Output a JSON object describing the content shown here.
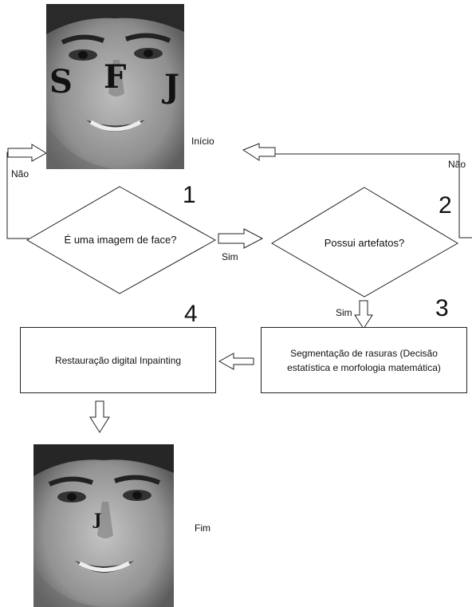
{
  "diagram": {
    "start_label": "Início",
    "end_label": "Fim",
    "no_label_left": "Não",
    "no_label_right": "Não",
    "yes_label_1": "Sim",
    "yes_label_2": "Sim",
    "step1": {
      "number": "1",
      "text": "É uma imagem de face?"
    },
    "step2": {
      "number": "2",
      "text": "Possui artefatos?"
    },
    "step3": {
      "number": "3",
      "line1": "Segmentação de rasuras (Decisão",
      "line2": "estatística e morfologia matemática)"
    },
    "step4": {
      "number": "4",
      "text": "Restauração digital Inpainting"
    },
    "input_image": {
      "letters": [
        "S",
        "F",
        "J"
      ]
    },
    "output_image": {
      "letters": [
        "J"
      ]
    }
  },
  "colors": {
    "line": "#222222",
    "face_dark": "#2a2a2a",
    "face_mid": "#8a8a8a",
    "face_light": "#d9d9d9"
  }
}
